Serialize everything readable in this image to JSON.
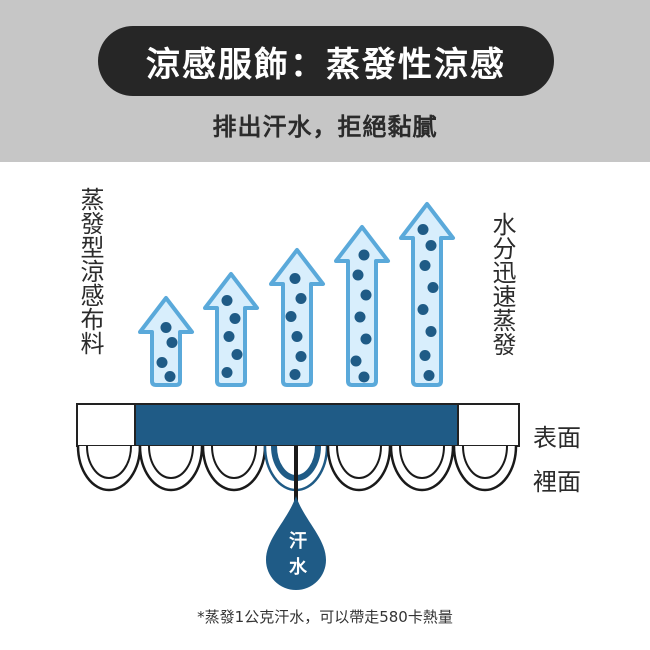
{
  "header": {
    "title": "涼感服飾：蒸發性涼感",
    "subtitle": "排出汗水，拒絕黏膩"
  },
  "diagram": {
    "left_label": "蒸發型涼感布料",
    "right_label": "水分迅速蒸發",
    "surface_label": "表面",
    "inner_label": "裡面",
    "drop_label_line1": "汗",
    "drop_label_line2": "水",
    "arrow_count": 5,
    "colors": {
      "fabric_blue": "#1f5b86",
      "arrow_fill": "#d8eefc",
      "arrow_stroke": "#5aa9da",
      "dot": "#1f5b86",
      "dark": "#1a1a1a"
    }
  },
  "footer": {
    "note": "*蒸發1公克汗水，可以帶走580卡熱量"
  }
}
